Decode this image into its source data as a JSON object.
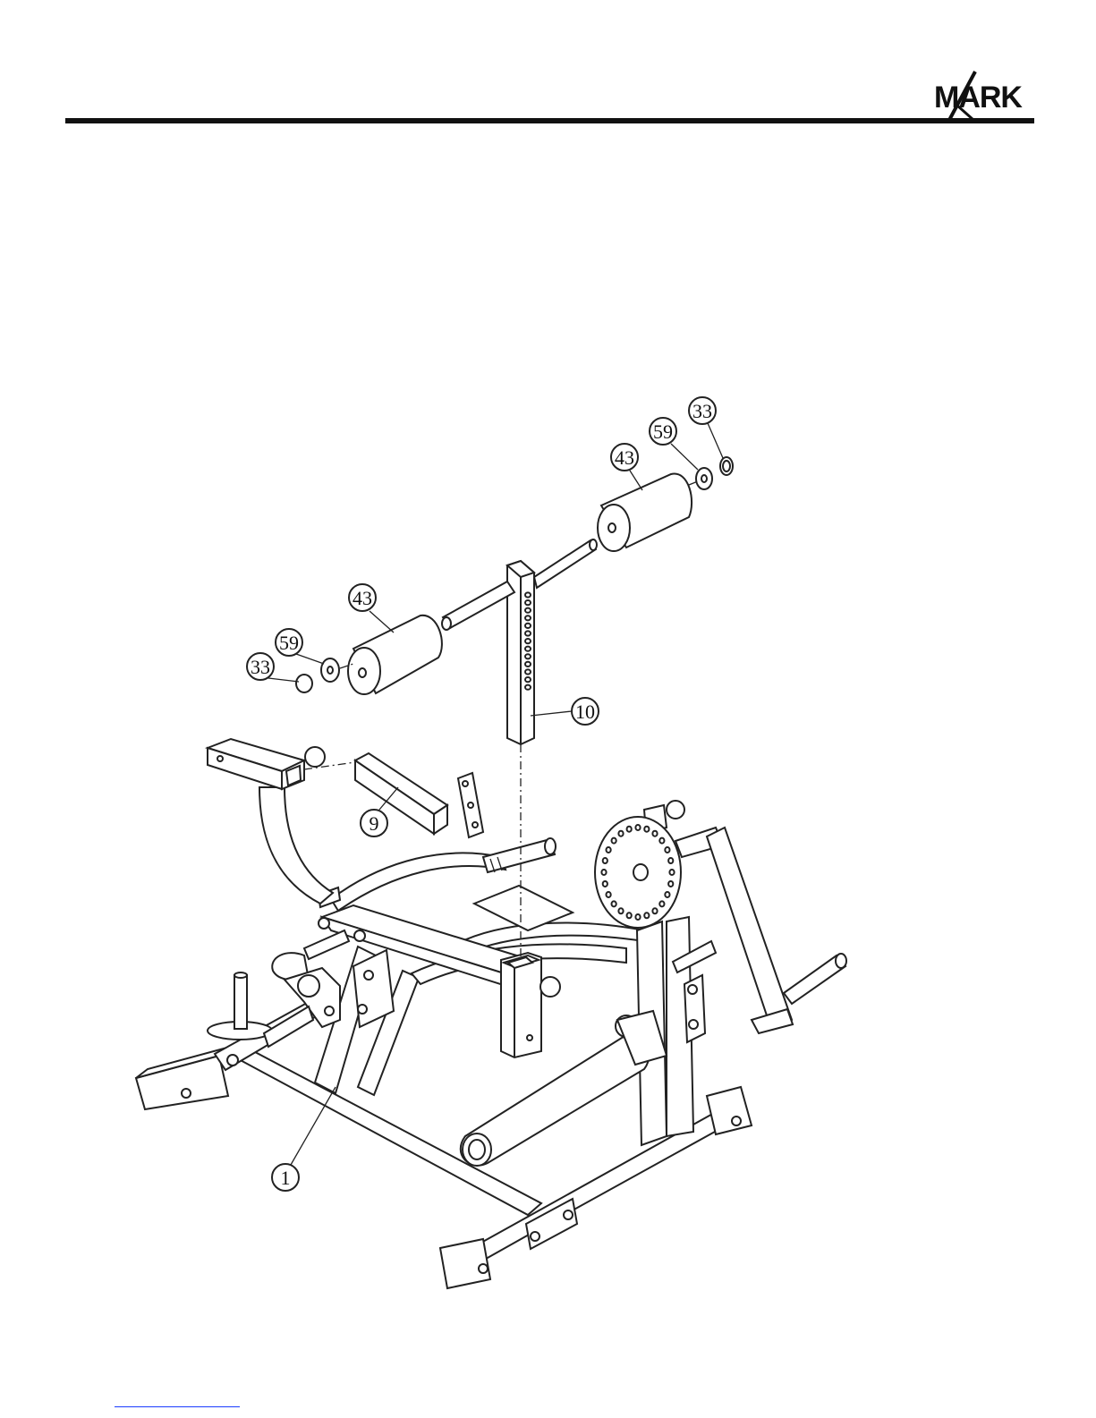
{
  "header": {
    "brand": "MARK",
    "brand_mark": "X"
  },
  "diagram": {
    "callouts": [
      {
        "id": "callout-33-right",
        "label": "33"
      },
      {
        "id": "callout-59-right",
        "label": "59"
      },
      {
        "id": "callout-43-right",
        "label": "43"
      },
      {
        "id": "callout-43-left",
        "label": "43"
      },
      {
        "id": "callout-59-left",
        "label": "59"
      },
      {
        "id": "callout-33-left",
        "label": "33"
      },
      {
        "id": "callout-10",
        "label": "10"
      },
      {
        "id": "callout-9",
        "label": "9"
      },
      {
        "id": "callout-1",
        "label": "1"
      }
    ]
  }
}
